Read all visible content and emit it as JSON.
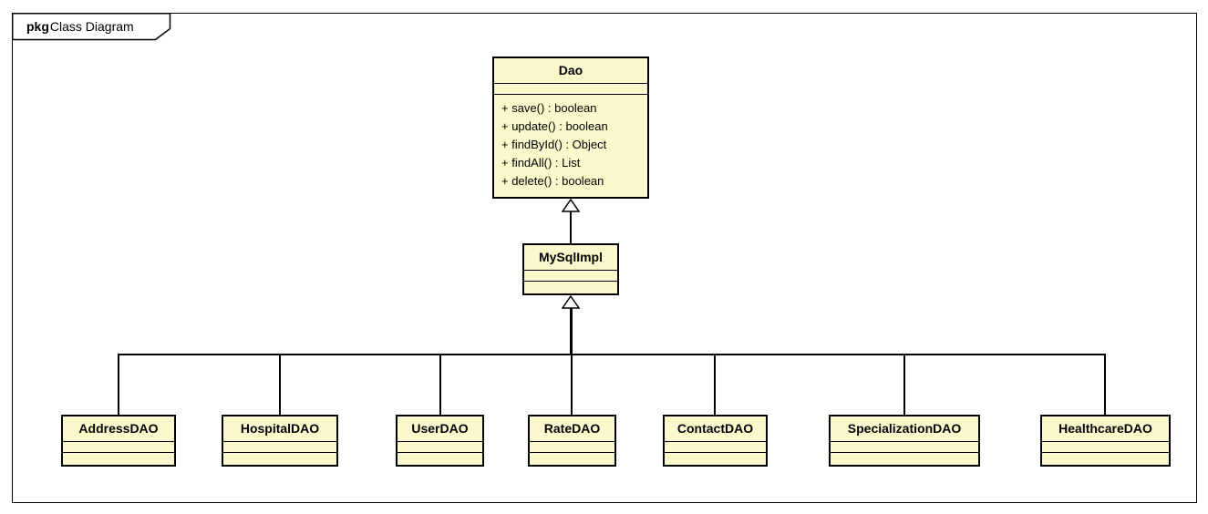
{
  "frame": {
    "keyword": "pkg",
    "title": "Class Diagram"
  },
  "colors": {
    "class_fill": "#FCFACD",
    "class_border": "#000000",
    "frame_border": "#000000",
    "line_color": "#000000",
    "background": "#FFFFFF"
  },
  "diagram": {
    "type": "uml-class-diagram",
    "classes": {
      "parent": {
        "name": "Dao",
        "attributes": [],
        "methods": [
          "+ save() : boolean",
          "+ update() : boolean",
          "+ findById() : Object",
          "+ findAll() : List",
          "+ delete() : boolean"
        ]
      },
      "impl": {
        "name": "MySqlImpl",
        "attributes": [],
        "methods": []
      },
      "children": [
        {
          "name": "AddressDAO"
        },
        {
          "name": "HospitalDAO"
        },
        {
          "name": "UserDAO"
        },
        {
          "name": "RateDAO"
        },
        {
          "name": "ContactDAO"
        },
        {
          "name": "SpecializationDAO"
        },
        {
          "name": "HealthcareDAO"
        }
      ]
    },
    "relationships": [
      {
        "from": "MySqlImpl",
        "to": "Dao",
        "type": "generalization"
      },
      {
        "from": "AddressDAO",
        "to": "MySqlImpl",
        "type": "generalization"
      },
      {
        "from": "HospitalDAO",
        "to": "MySqlImpl",
        "type": "generalization"
      },
      {
        "from": "UserDAO",
        "to": "MySqlImpl",
        "type": "generalization"
      },
      {
        "from": "RateDAO",
        "to": "MySqlImpl",
        "type": "generalization"
      },
      {
        "from": "ContactDAO",
        "to": "MySqlImpl",
        "type": "generalization"
      },
      {
        "from": "SpecializationDAO",
        "to": "MySqlImpl",
        "type": "generalization"
      },
      {
        "from": "HealthcareDAO",
        "to": "MySqlImpl",
        "type": "generalization"
      }
    ]
  }
}
